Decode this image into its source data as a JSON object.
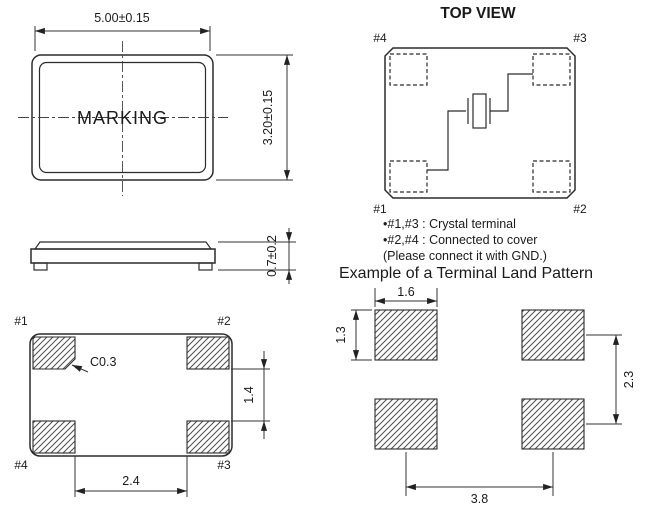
{
  "front_view": {
    "dim_width": "5.00±0.15",
    "dim_height": "3.20±0.15",
    "marking": "MARKING"
  },
  "side_view": {
    "dim_thickness": "0.7±0.2"
  },
  "top_view": {
    "title": "TOP VIEW",
    "pads": {
      "p1": "#1",
      "p2": "#2",
      "p3": "#3",
      "p4": "#4"
    },
    "notes": [
      "•#1,#3 : Crystal terminal",
      "•#2,#4 : Connected to cover",
      "(Please connect it with GND.)"
    ]
  },
  "bottom_view": {
    "pads": {
      "p1": "#1",
      "p2": "#2",
      "p3": "#3",
      "p4": "#4"
    },
    "chamfer_label": "C0.3",
    "dim_pad_gap_v": "1.4",
    "dim_pad_gap_h": "2.4"
  },
  "land_pattern": {
    "title": "Example of a Terminal Land Pattern",
    "dim_pad_width": "1.6",
    "dim_pad_height": "1.3",
    "dim_pitch_v": "2.3",
    "dim_pitch_h": "3.8"
  }
}
